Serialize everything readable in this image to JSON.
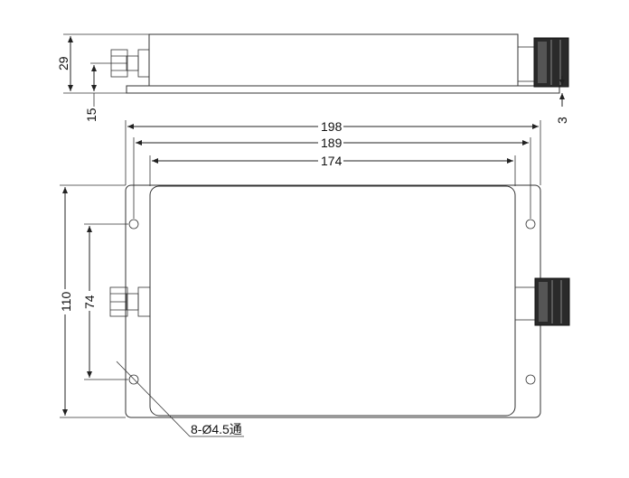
{
  "side_view": {
    "height_total": "29",
    "height_flange": "15",
    "plate_thickness": "3"
  },
  "top_view": {
    "overall_length": "198",
    "hole_spacing": "189",
    "cover_length": "174",
    "overall_width": "110",
    "hole_pitch_vertical": "74",
    "hole_callout": "8-Ø4.5通"
  }
}
